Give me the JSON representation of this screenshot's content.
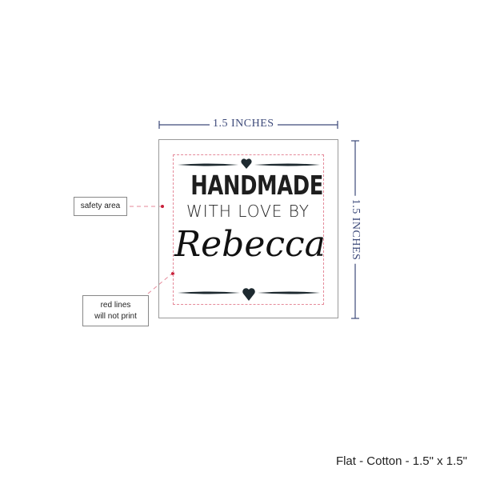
{
  "dimensions": {
    "width_label": "1.5 INCHES",
    "height_label": "1.5 INCHES"
  },
  "design": {
    "line1": "HANDMADE",
    "line2": "WITH LOVE BY",
    "name": "Rebecca"
  },
  "callouts": {
    "safety": "safety area",
    "red_lines_1": "red lines",
    "red_lines_2": "will not print"
  },
  "footer": {
    "product": "Flat - Cotton - 1.5\" x 1.5\""
  },
  "colors": {
    "dimension": "#3d4a7a",
    "safety_line": "#e58a9a",
    "marker": "#c8203a",
    "ink": "#1e2a30"
  }
}
